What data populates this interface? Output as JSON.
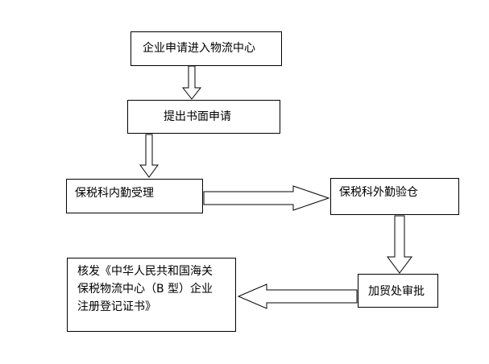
{
  "nodes": {
    "apply": "企业申请进入物流中心",
    "written": "提出书面申请",
    "internal": "保税科内勤受理",
    "field": "保税科外勤验仓",
    "approve": "加贸处审批",
    "certificate": [
      "核发《中华人民共和国海关",
      "保税物流中心（B 型）企业",
      "注册登记证书》"
    ]
  }
}
